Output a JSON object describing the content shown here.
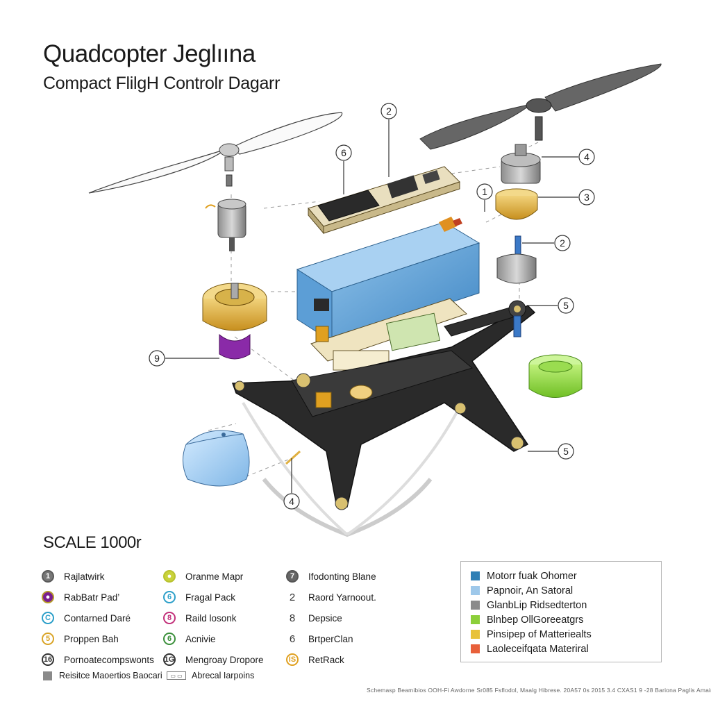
{
  "header": {
    "title": "Quadcopter Jeglıına",
    "subtitle": "Compact FlilgH Controlr Dagarr"
  },
  "callouts": [
    {
      "id": "c-2-top",
      "label": "2"
    },
    {
      "id": "c-6",
      "label": "6"
    },
    {
      "id": "c-1",
      "label": "1"
    },
    {
      "id": "c-4-right",
      "label": "4"
    },
    {
      "id": "c-3",
      "label": "3"
    },
    {
      "id": "c-2-mid",
      "label": "2"
    },
    {
      "id": "c-5-mid",
      "label": "5"
    },
    {
      "id": "c-9",
      "label": "9"
    },
    {
      "id": "c-5-low",
      "label": "5"
    },
    {
      "id": "c-4-low",
      "label": "4"
    }
  ],
  "scale_label": "SCALE 1000r",
  "legend": {
    "col1": [
      {
        "mark": "1",
        "color": "#5a5a5a",
        "fill": "#777",
        "text": "Rajlatwirk"
      },
      {
        "mark": "●",
        "color": "#b59a2a",
        "fill": "#7a1f8f",
        "text": "RabBatr Pad’"
      },
      {
        "mark": "C",
        "color": "#2c9fc9",
        "fill": "#fff",
        "text": "Contarned Daré"
      },
      {
        "mark": "5",
        "color": "#d9a426",
        "fill": "#fff",
        "text": "Proppen Bah"
      },
      {
        "mark": "16",
        "color": "#333",
        "fill": "#fff",
        "text": "Pornoatecompswonts"
      }
    ],
    "col2": [
      {
        "mark": "●",
        "color": "#b8c230",
        "fill": "#c9d23a",
        "text": "Oranme Mapr"
      },
      {
        "mark": "6",
        "color": "#2c9fc9",
        "fill": "#fff",
        "text": "Fragal Pack"
      },
      {
        "mark": "8",
        "color": "#c2307a",
        "fill": "#fff",
        "text": "Raild losonk"
      },
      {
        "mark": "6",
        "color": "#3a8f3a",
        "fill": "#fff",
        "text": "Acnivie"
      },
      {
        "mark": "1G",
        "color": "#333",
        "fill": "#fff",
        "text": "Mengroay Dropore"
      }
    ],
    "col3": [
      {
        "mark": "7",
        "color": "#555",
        "fill": "#666",
        "text": "Ifodonting Blane"
      },
      {
        "mark": "2",
        "color": "#333",
        "fill": "none",
        "text": "Raord Yarnoout."
      },
      {
        "mark": "8",
        "color": "#333",
        "fill": "none",
        "text": "Depsice"
      },
      {
        "mark": "6",
        "color": "#333",
        "fill": "none",
        "text": "BrtperClan"
      },
      {
        "mark": "IS",
        "color": "#e0a020",
        "fill": "#fff",
        "text": "RetRack"
      }
    ]
  },
  "materials": [
    {
      "color": "#2f7fb5",
      "text": "Motorr fuak Ohomer"
    },
    {
      "color": "#9ec8ea",
      "text": "Papnoir, An Satoral"
    },
    {
      "color": "#8a8a8a",
      "text": "GlanbLip Ridsedterton"
    },
    {
      "color": "#8ccf3a",
      "text": "Blnbep OllGoreeatgrs"
    },
    {
      "color": "#e8c23a",
      "text": "Pinsipep of Matteriealts"
    },
    {
      "color": "#e8603a",
      "text": "Laoleceifqata Materiral"
    }
  ],
  "bottom_legend": [
    {
      "text": "Reisitce Maoertios Baocari"
    },
    {
      "box": "▭ ▭",
      "text": "Abrecal Iarpoins"
    }
  ],
  "footer": "Schemasp Beamibios OOH-Fi Awdorne Sr085 Fsflodol, Maalg Hibrese. 20A57 0s 2015 3.4 CXAS1 9 -28    Bariona  Paglis  Amairolio"
}
